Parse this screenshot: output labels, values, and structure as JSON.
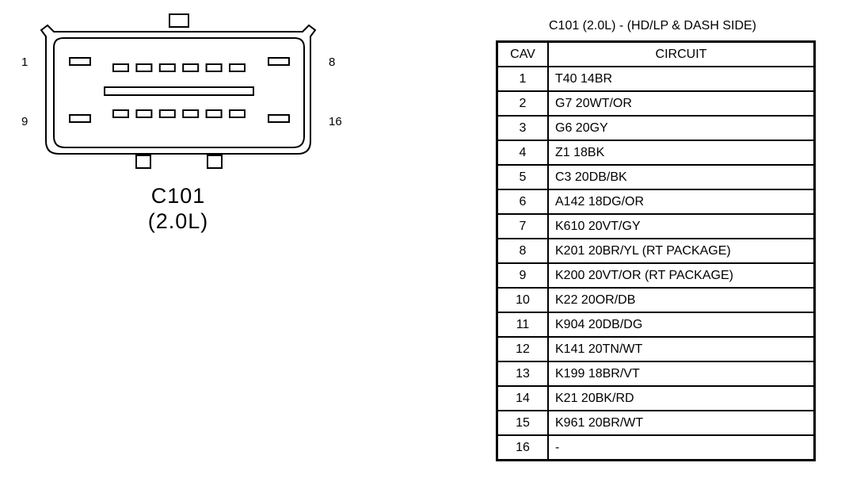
{
  "connector": {
    "name": "C101",
    "variant": "(2.0L)",
    "pin_labels": {
      "top_left": "1",
      "top_right": "8",
      "bottom_left": "9",
      "bottom_right": "16"
    }
  },
  "table": {
    "title": "C101 (2.0L) - (HD/LP & DASH SIDE)",
    "headers": {
      "cav": "CAV",
      "circuit": "CIRCUIT"
    },
    "rows": [
      {
        "cav": "1",
        "circuit": "T40 14BR"
      },
      {
        "cav": "2",
        "circuit": "G7 20WT/OR"
      },
      {
        "cav": "3",
        "circuit": "G6 20GY"
      },
      {
        "cav": "4",
        "circuit": "Z1 18BK"
      },
      {
        "cav": "5",
        "circuit": "C3 20DB/BK"
      },
      {
        "cav": "6",
        "circuit": "A142 18DG/OR"
      },
      {
        "cav": "7",
        "circuit": "K610 20VT/GY"
      },
      {
        "cav": "8",
        "circuit": "K201 20BR/YL (RT PACKAGE)"
      },
      {
        "cav": "9",
        "circuit": "K200 20VT/OR (RT PACKAGE)"
      },
      {
        "cav": "10",
        "circuit": "K22 20OR/DB"
      },
      {
        "cav": "11",
        "circuit": "K904 20DB/DG"
      },
      {
        "cav": "12",
        "circuit": "K141 20TN/WT"
      },
      {
        "cav": "13",
        "circuit": "K199 18BR/VT"
      },
      {
        "cav": "14",
        "circuit": "K21 20BK/RD"
      },
      {
        "cav": "15",
        "circuit": "K961 20BR/WT"
      },
      {
        "cav": "16",
        "circuit": "-"
      }
    ]
  }
}
